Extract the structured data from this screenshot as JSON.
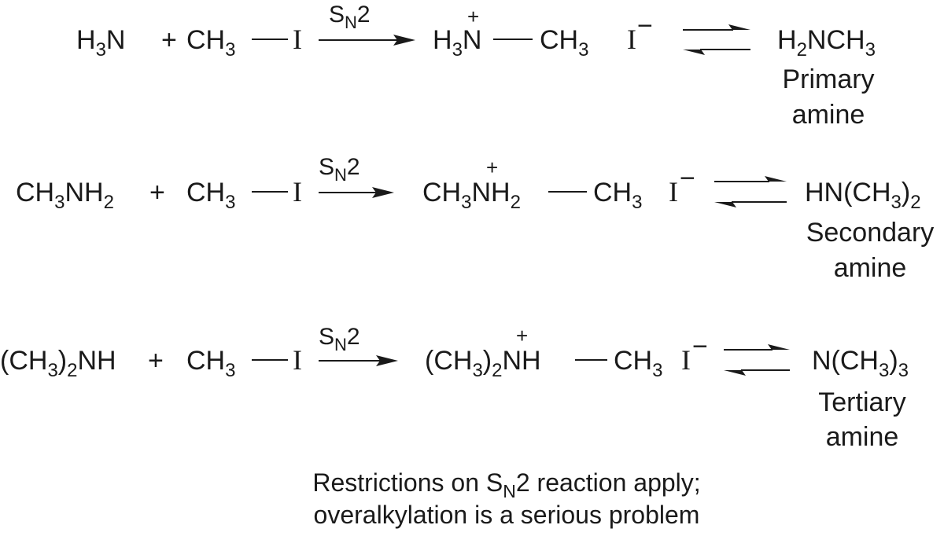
{
  "reactions": [
    {
      "reactant": [
        {
          "t": "H"
        },
        {
          "t": "3",
          "s": "sub"
        },
        {
          "t": "N"
        }
      ],
      "plus": "+",
      "reagent": [
        {
          "t": "CH"
        },
        {
          "t": "3",
          "s": "sub"
        }
      ],
      "iodine": "I",
      "condition": [
        {
          "t": "S"
        },
        {
          "t": "N",
          "s": "sub"
        },
        {
          "t": "2"
        }
      ],
      "ion_left": [
        {
          "t": "H"
        },
        {
          "t": "3",
          "s": "sub"
        },
        {
          "t": "N"
        }
      ],
      "ion_charge": "+",
      "ion_right": [
        {
          "t": "CH"
        },
        {
          "t": "3",
          "s": "sub"
        }
      ],
      "counter_ion": "I",
      "counter_charge": "−",
      "product": [
        {
          "t": "H"
        },
        {
          "t": "2",
          "s": "sub"
        },
        {
          "t": "NCH"
        },
        {
          "t": "3",
          "s": "sub"
        }
      ],
      "label_1": "Primary",
      "label_2": "amine"
    },
    {
      "reactant": [
        {
          "t": "CH"
        },
        {
          "t": "3",
          "s": "sub"
        },
        {
          "t": "NH"
        },
        {
          "t": "2",
          "s": "sub"
        }
      ],
      "plus": "+",
      "reagent": [
        {
          "t": "CH"
        },
        {
          "t": "3",
          "s": "sub"
        }
      ],
      "iodine": "I",
      "condition": [
        {
          "t": "S"
        },
        {
          "t": "N",
          "s": "sub"
        },
        {
          "t": "2"
        }
      ],
      "ion_left": [
        {
          "t": "CH"
        },
        {
          "t": "3",
          "s": "sub"
        },
        {
          "t": "NH"
        },
        {
          "t": "2",
          "s": "sub"
        }
      ],
      "ion_charge": "+",
      "ion_right": [
        {
          "t": "CH"
        },
        {
          "t": "3",
          "s": "sub"
        }
      ],
      "counter_ion": "I",
      "counter_charge": "−",
      "product": [
        {
          "t": "HN(CH"
        },
        {
          "t": "3",
          "s": "sub"
        },
        {
          "t": ")"
        },
        {
          "t": "2",
          "s": "sub"
        }
      ],
      "label_1": "Secondary",
      "label_2": "amine"
    },
    {
      "reactant": [
        {
          "t": "(CH"
        },
        {
          "t": "3",
          "s": "sub"
        },
        {
          "t": ")"
        },
        {
          "t": "2",
          "s": "sub"
        },
        {
          "t": "NH"
        }
      ],
      "plus": "+",
      "reagent": [
        {
          "t": "CH"
        },
        {
          "t": "3",
          "s": "sub"
        }
      ],
      "iodine": "I",
      "condition": [
        {
          "t": "S"
        },
        {
          "t": "N",
          "s": "sub"
        },
        {
          "t": "2"
        }
      ],
      "ion_left": [
        {
          "t": "(CH"
        },
        {
          "t": "3",
          "s": "sub"
        },
        {
          "t": ")"
        },
        {
          "t": "2",
          "s": "sub"
        },
        {
          "t": "NH"
        }
      ],
      "ion_charge": "+",
      "ion_right": [
        {
          "t": "CH"
        },
        {
          "t": "3",
          "s": "sub"
        }
      ],
      "counter_ion": "I",
      "counter_charge": "−",
      "product": [
        {
          "t": "N(CH"
        },
        {
          "t": "3",
          "s": "sub"
        },
        {
          "t": ")"
        },
        {
          "t": "3",
          "s": "sub"
        }
      ],
      "label_1": "Tertiary",
      "label_2": "amine"
    }
  ],
  "note": {
    "line_1": [
      {
        "t": "Restrictions on S"
      },
      {
        "t": "N",
        "s": "sub"
      },
      {
        "t": "2 reaction apply;"
      }
    ],
    "line_2": [
      {
        "t": "overalkylation is a serious problem"
      }
    ]
  }
}
